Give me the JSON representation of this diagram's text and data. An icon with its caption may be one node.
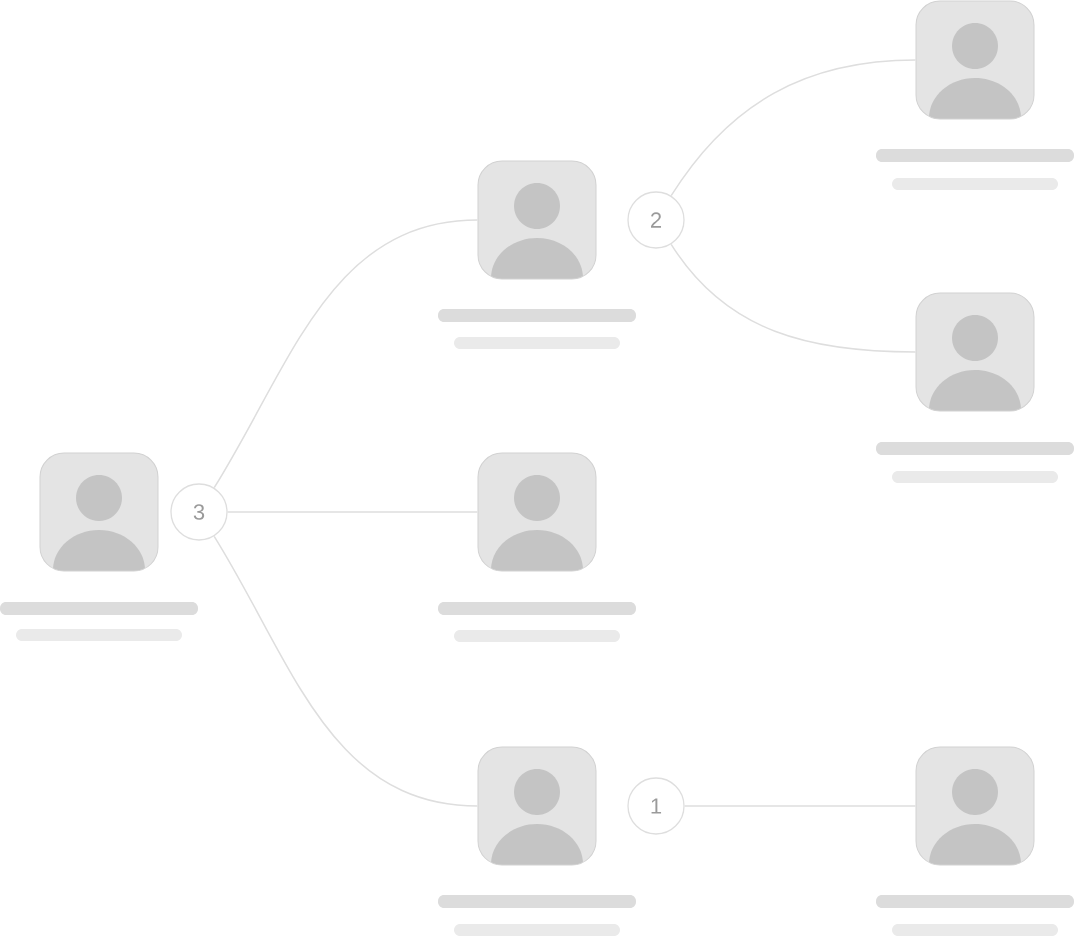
{
  "diagram": {
    "nodes": [
      {
        "text": [],
        "shape": "person"
      },
      {
        "text": [
          "3"
        ]
      },
      {
        "text": [],
        "shape": "person"
      },
      {
        "text": [],
        "shape": "person"
      },
      {
        "text": [],
        "shape": "person"
      },
      {
        "text": [
          "2"
        ]
      },
      {
        "text": [],
        "shape": "person"
      },
      {
        "text": [],
        "shape": "person"
      },
      {
        "text": [
          "1"
        ]
      },
      {
        "text": [],
        "shape": "person"
      }
    ],
    "edges": [
      {
        "from": 1,
        "to": 2,
        "arrow": "none"
      },
      {
        "from": 1,
        "to": 3,
        "arrow": "none"
      },
      {
        "from": 1,
        "to": 4,
        "arrow": "none"
      },
      {
        "from": 5,
        "to": 6,
        "arrow": "none"
      },
      {
        "from": 5,
        "to": 7,
        "arrow": "none"
      },
      {
        "from": 8,
        "to": 9,
        "arrow": "none"
      }
    ]
  }
}
